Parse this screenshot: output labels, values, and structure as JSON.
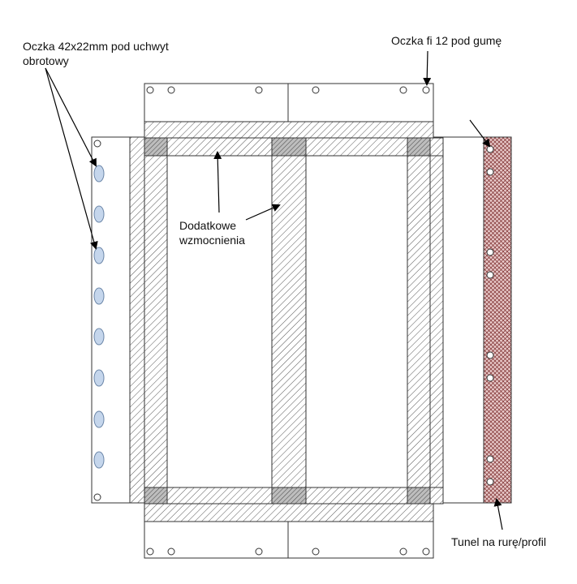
{
  "labels": {
    "eyelets_large_line1": "Oczka 42x22mm pod uchwyt",
    "eyelets_large_line2": "obrotowy",
    "eyelets_small": "Oczka fi 12 pod gumę",
    "reinforcement_line1": "Dodatkowe",
    "reinforcement_line2": "wzmocnienia",
    "tunnel": "Tunel na rurę/profil"
  },
  "colors": {
    "line": "#333333",
    "hatch": "#555555",
    "eyelet_fill": "#c5d6ec",
    "tunnel_fill": "#e8c9c9",
    "tunnel_hatch": "#7a2a2a"
  }
}
